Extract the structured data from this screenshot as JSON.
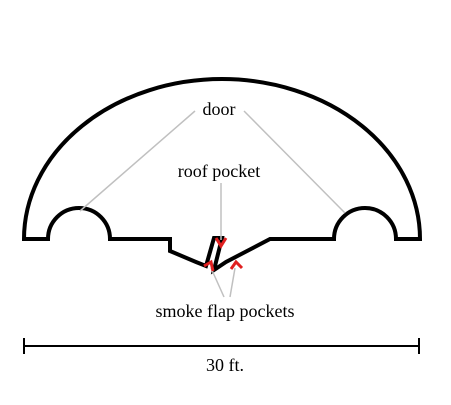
{
  "labels": {
    "door": "door",
    "roof_pocket": "roof pocket",
    "smoke_flap_pockets": "smoke flap pockets",
    "width": "30 ft."
  },
  "colors": {
    "outline": "#000000",
    "leader": "#c0c0c0",
    "pocket": "#e02020",
    "background": "#ffffff"
  }
}
